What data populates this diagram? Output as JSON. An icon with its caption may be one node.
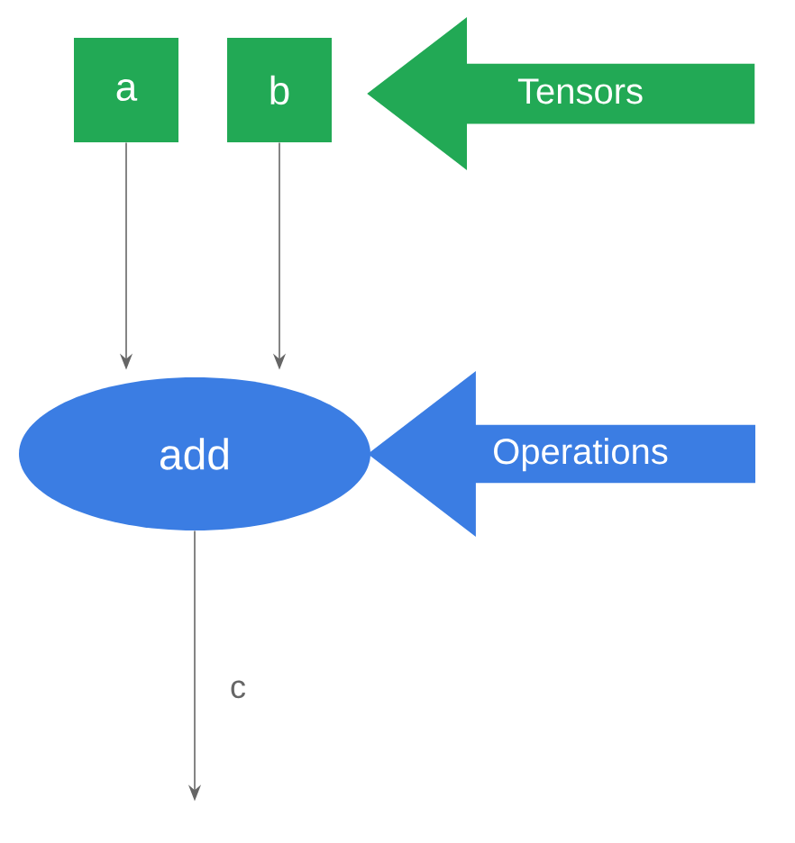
{
  "diagram": {
    "nodes": [
      {
        "text": [
          "a"
        ]
      },
      {
        "text": [
          "b"
        ]
      },
      {
        "text": [
          "Tensors"
        ]
      },
      {
        "text": [
          "add"
        ]
      },
      {
        "text": [
          "Operations"
        ]
      }
    ],
    "edges": [
      {
        "from": 0,
        "to": 3,
        "arrow": "to"
      },
      {
        "from": 1,
        "to": 3,
        "arrow": "to"
      },
      {
        "from": 3,
        "to": null,
        "arrow": "to",
        "label": "c"
      }
    ]
  }
}
